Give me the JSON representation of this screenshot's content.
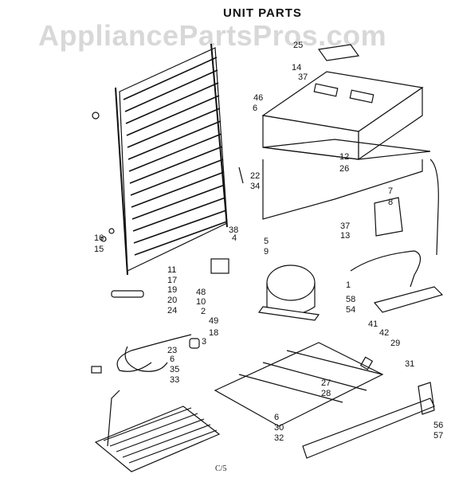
{
  "title": "UNIT PARTS",
  "watermark": "AppliancePartsPros.com",
  "footer": "C/5",
  "callouts": [
    "25",
    "14",
    "37",
    "46",
    "6",
    "12",
    "26",
    "22",
    "34",
    "7",
    "8",
    "37",
    "13",
    "38",
    "4",
    "5",
    "9",
    "16",
    "15",
    "11",
    "17",
    "19",
    "20",
    "24",
    "48",
    "10",
    "2",
    "1",
    "58",
    "54",
    "49",
    "18",
    "3",
    "41",
    "42",
    "29",
    "23",
    "6",
    "35",
    "33",
    "31",
    "27",
    "28",
    "6",
    "30",
    "32",
    "56",
    "57"
  ]
}
